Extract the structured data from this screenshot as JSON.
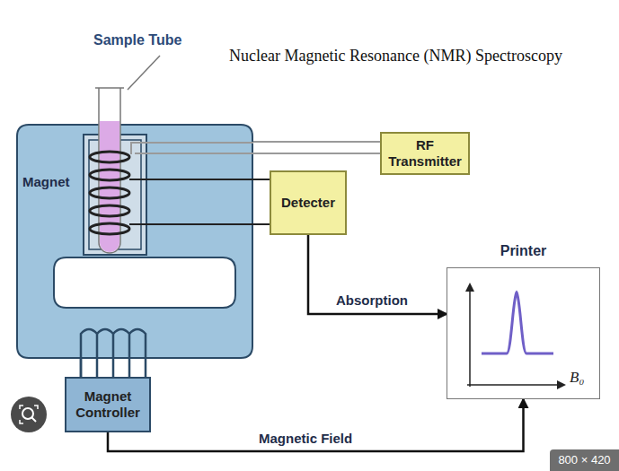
{
  "diagram": {
    "title": "Nuclear Magnetic Resonance (NMR) Spectroscopy",
    "nodes": [
      {
        "text": [
          "Magnet"
        ]
      },
      {
        "text": [
          "RF Transmitter"
        ]
      },
      {
        "text": [
          "Detecter"
        ]
      },
      {
        "text": [
          "Printer",
          "B₀"
        ]
      },
      {
        "text": [
          "Magnet Controller"
        ]
      }
    ],
    "edges": [
      {
        "from": 1,
        "to": 0,
        "arrow": "none"
      },
      {
        "from": 2,
        "to": 0,
        "arrow": "none"
      },
      {
        "from": 2,
        "to": 3,
        "label": "Absorption",
        "arrow": "to"
      },
      {
        "from": 4,
        "to": 0,
        "arrow": "none"
      },
      {
        "from": 4,
        "to": 3,
        "label": "Magnetic Field",
        "arrow": "to"
      }
    ],
    "labels": [
      "Sample Tube",
      "800 × 420"
    ]
  }
}
